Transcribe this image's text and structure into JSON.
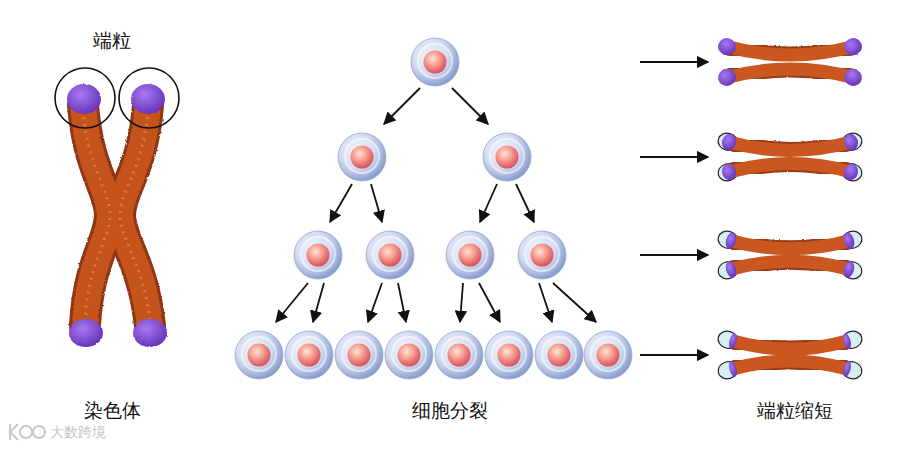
{
  "diagram": {
    "labels": [
      "端粒",
      "染色体",
      "细胞分裂",
      "端粒缩短",
      "大数跨境"
    ]
  }
}
